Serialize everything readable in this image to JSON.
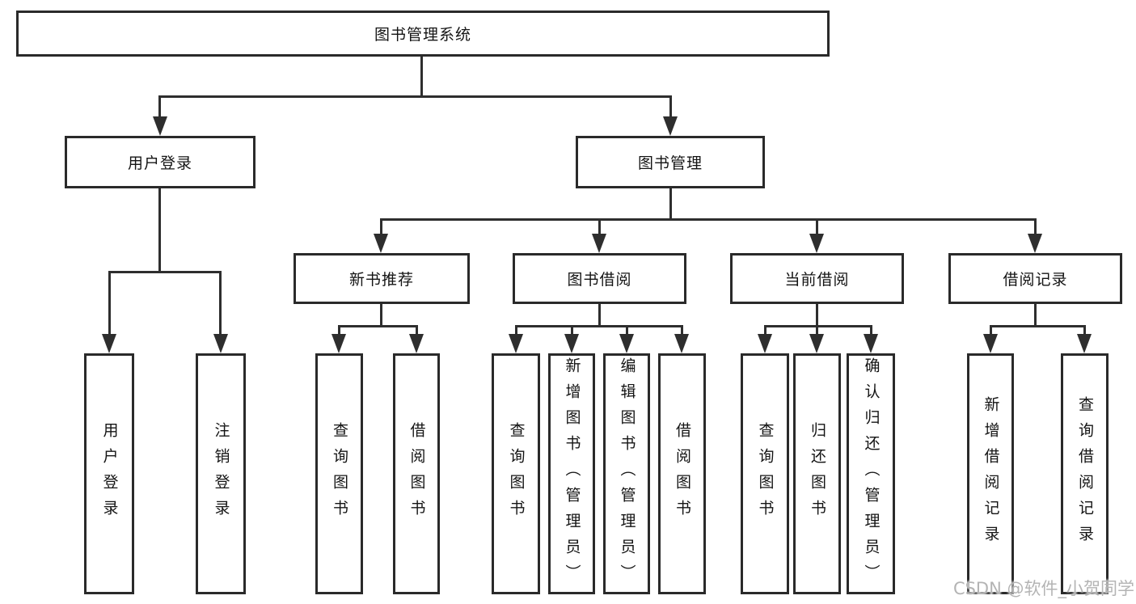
{
  "colors": {
    "background": "#ffffff",
    "box_border": "#2a2a2a",
    "connector_line": "#2e2e2e",
    "text": "#141414",
    "watermark": "#b4b4b4"
  },
  "tree": {
    "label": "图书管理系统",
    "children": [
      {
        "label": "用户登录",
        "children": [
          {
            "label": "用户登录"
          },
          {
            "label": "注销登录"
          }
        ]
      },
      {
        "label": "图书管理",
        "children": [
          {
            "label": "新书推荐",
            "children": [
              {
                "label": "查询图书"
              },
              {
                "label": "借阅图书"
              }
            ]
          },
          {
            "label": "图书借阅",
            "children": [
              {
                "label": "查询图书"
              },
              {
                "label": "新增图书（管理员）"
              },
              {
                "label": "编辑图书（管理员）"
              },
              {
                "label": "借阅图书"
              }
            ]
          },
          {
            "label": "当前借阅",
            "children": [
              {
                "label": "查询图书"
              },
              {
                "label": "归还图书"
              },
              {
                "label": "确认归还（管理员）"
              }
            ]
          },
          {
            "label": "借阅记录",
            "children": [
              {
                "label": "新增借阅记录"
              },
              {
                "label": "查询借阅记录"
              }
            ]
          }
        ]
      }
    ]
  },
  "watermark": {
    "text": "CSDN @软件_小贺同学"
  }
}
